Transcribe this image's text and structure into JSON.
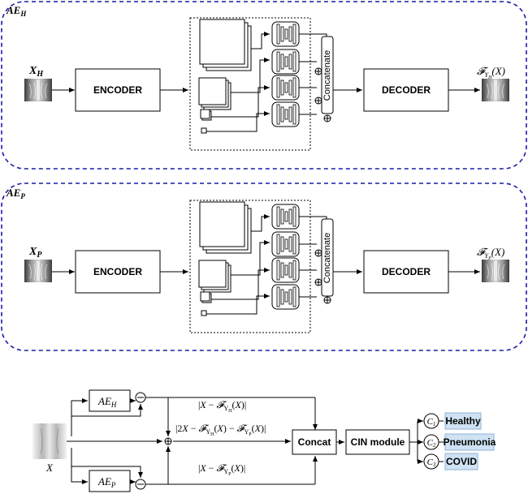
{
  "top": {
    "title": "AE_H",
    "input_label": "X_H",
    "encoder": "ENCODER",
    "decoder": "DECODER",
    "concat": "Concatenate",
    "output_label": "F_ΥH(X)"
  },
  "mid": {
    "title": "AE_P",
    "input_label": "X_P",
    "encoder": "ENCODER",
    "decoder": "DECODER",
    "concat": "Concatenate",
    "output_label": "F_ΥP(X)"
  },
  "bottom": {
    "input_label": "X",
    "ae_h": "AE_H",
    "ae_p": "AE_P",
    "minus": "−",
    "plus": "+",
    "expr_top": "|X − F_ΥH(X)|",
    "expr_mid": "|2X − F_ΥH(X) − F_ΥP(X)|",
    "expr_bot": "|X − F_ΥP(X)|",
    "concat": "Concat",
    "cin": "CIN module",
    "classes": [
      {
        "node": "C1",
        "label": "Healthy"
      },
      {
        "node": "C2",
        "label": "Pneumonia"
      },
      {
        "node": "C3",
        "label": "COVID"
      }
    ]
  },
  "colors": {
    "dashed_border": "#1a1aa8",
    "class_box": "#cfe2f3",
    "class_box_border": "#8fb3d6"
  }
}
